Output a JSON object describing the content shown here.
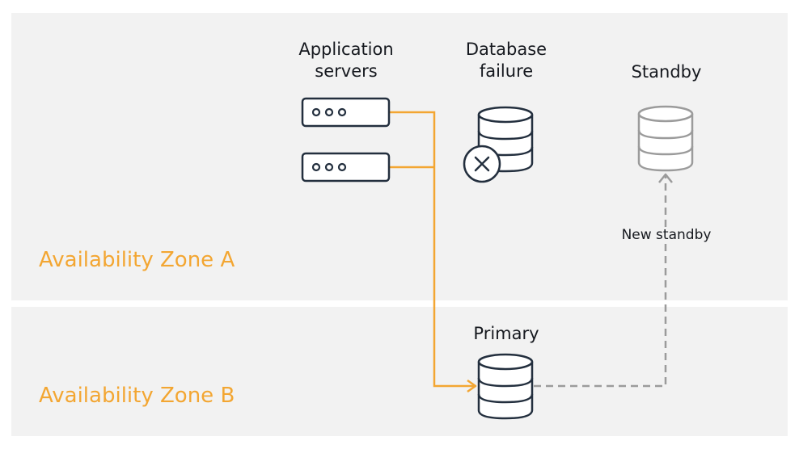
{
  "zones": [
    {
      "id": "a",
      "label": "Availability Zone A"
    },
    {
      "id": "b",
      "label": "Availability Zone B"
    }
  ],
  "nodes": {
    "application_servers": {
      "label_line1": "Application",
      "label_line2": "servers"
    },
    "database_failure": {
      "label_line1": "Database",
      "label_line2": "failure"
    },
    "standby": {
      "label": "Standby"
    },
    "primary": {
      "label": "Primary"
    }
  },
  "edges": {
    "new_standby": {
      "label": "New standby"
    }
  },
  "colors": {
    "accent": "#f3a632",
    "ink": "#232f3e",
    "muted": "#9b9b9b",
    "zone_bg": "#f2f2f2"
  }
}
